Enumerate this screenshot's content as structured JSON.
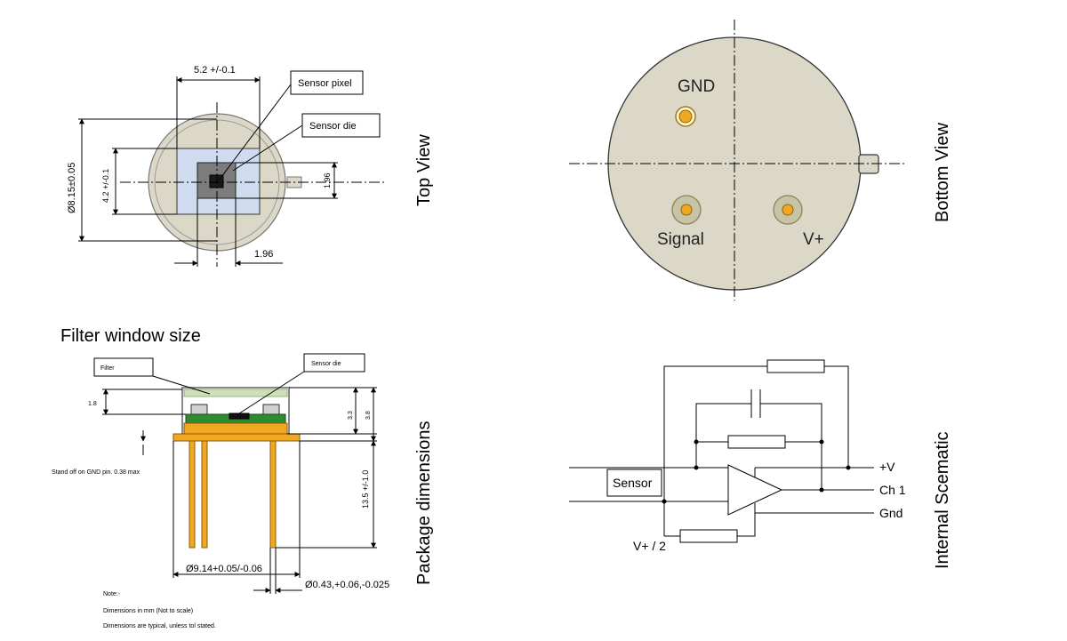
{
  "top_view": {
    "title": "Top View",
    "dims": {
      "width_top": "5.2 +/-0.1",
      "diameter": "Ø8.15±0.05",
      "height_left": "4.2 +/-0.1",
      "height_right": "1.96",
      "bottom": "1.96"
    },
    "callouts": {
      "sensor_pixel": "Sensor pixel",
      "sensor_die": "Sensor die"
    }
  },
  "bottom_view": {
    "title": "Bottom View",
    "pins": {
      "gnd": "GND",
      "signal": "Signal",
      "vplus": "V+"
    }
  },
  "package": {
    "heading": "Filter window size",
    "title": "Package dimensions",
    "labels": {
      "filter": "Filter",
      "sensor_die": "Sensor die",
      "standoff": "Stand off on GND pin. 0.38 max"
    },
    "dims": {
      "filter_h": "1.8",
      "h1": "3.3",
      "h2": "3.8",
      "leg": "13.5 +/-1.0",
      "diameter": "Ø9.14+0.05/-0.06",
      "pin": "Ø0.43,+0.06,-0.025"
    },
    "notes": {
      "line1": "Note:-",
      "line2": "Dimensions in mm (Not to scale)",
      "line3": "Dimensions are typical, unless tol stated."
    }
  },
  "schematic": {
    "title": "Internal Scematic",
    "labels": {
      "sensor": "Sensor",
      "vplus": "+V",
      "ch1": "Ch 1",
      "gnd": "Gnd",
      "vhalf": "V+ / 2"
    }
  },
  "colors": {
    "body_fill": "#dcd8c8",
    "window_fill": "#cfdcf0",
    "pin_gold": "#f0a820",
    "pcb_green": "#2e8b2e",
    "filter_green": "#cfe0b8"
  }
}
